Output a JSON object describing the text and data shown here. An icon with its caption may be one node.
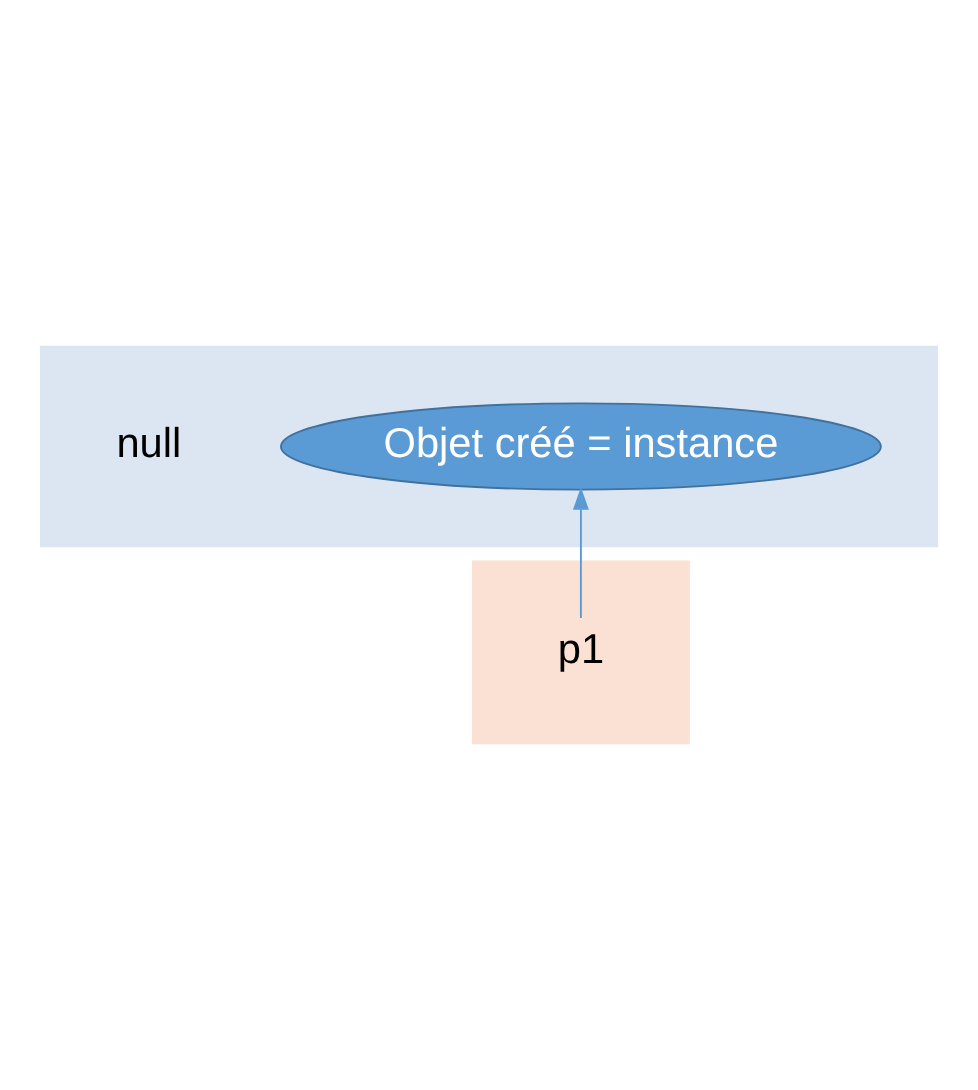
{
  "diagram": {
    "nodes": [
      {
        "text": [],
        "shape": "box"
      },
      {
        "text": [
          "Objet créé = instance"
        ],
        "in": 0
      },
      {
        "text": [],
        "shape": "box"
      },
      {
        "text": [
          "p1"
        ],
        "in": 2
      }
    ],
    "edges": [
      {
        "from": 3,
        "to": 1,
        "arrow": "to"
      }
    ],
    "labels": [
      "null"
    ]
  }
}
